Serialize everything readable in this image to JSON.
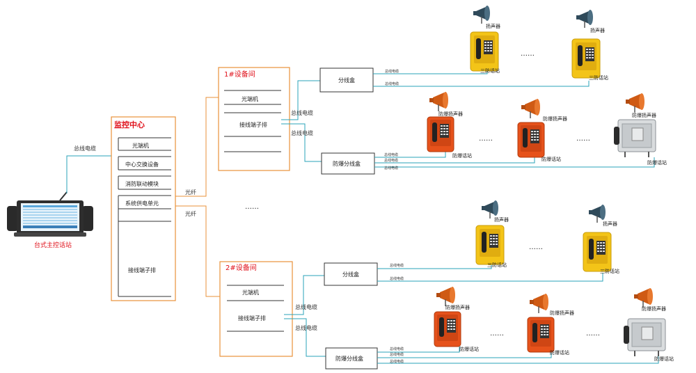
{
  "console": {
    "label": "台式主控话站"
  },
  "monitor_center": {
    "title": "监控中心",
    "items": [
      "光端机",
      "中心交换设备",
      "消防联动模块",
      "系统供电单元",
      "接线端子排"
    ]
  },
  "trunk_cable_label": "总线电缆",
  "fiber_label": "光纤",
  "ellipsis_mid": "……",
  "rooms": [
    {
      "title": "1#设备间",
      "items": [
        "光端机",
        "接线端子排"
      ],
      "bus_cables": [
        "总线电缆",
        "总线电缆"
      ],
      "splitter_box": "分线盒",
      "ex_splitter_box": "防爆分线盒",
      "hornA": "扬声器",
      "hornB": "扬声器",
      "stationA": "三防话站",
      "stationB": "三防话站",
      "exhorn1": "防爆扬声器",
      "exhorn2": "防爆扬声器",
      "exhorn3": "防爆扬声器",
      "exstation1": "防爆话站",
      "exstation2": "防爆话站",
      "exstation3": "防爆话站",
      "small": "总线电缆",
      "dots": "……"
    },
    {
      "title": "2#设备间",
      "items": [
        "光端机",
        "接线端子排"
      ],
      "bus_cables": [
        "总线电缆",
        "总线电缆"
      ],
      "splitter_box": "分线盒",
      "ex_splitter_box": "防爆分线盒",
      "hornA": "扬声器",
      "hornB": "扬声器",
      "stationA": "三防话站",
      "stationB": "三防话站",
      "exhorn1": "防爆扬声器",
      "exhorn2": "防爆扬声器",
      "exhorn3": "防爆扬声器",
      "exstation1": "防爆话站",
      "exstation2": "防爆话站",
      "exstation3": "防爆话站",
      "small": "总线电缆",
      "dots": "……"
    }
  ],
  "colors": {
    "orange_border": "#e8913a",
    "teal_line": "#2aa3b8",
    "red_text": "#e0101a",
    "yellow_phone": "#f2c21a",
    "orange_phone": "#e8571e",
    "horn_gray": "#3f5d6f",
    "horn_orange": "#d9621c"
  }
}
